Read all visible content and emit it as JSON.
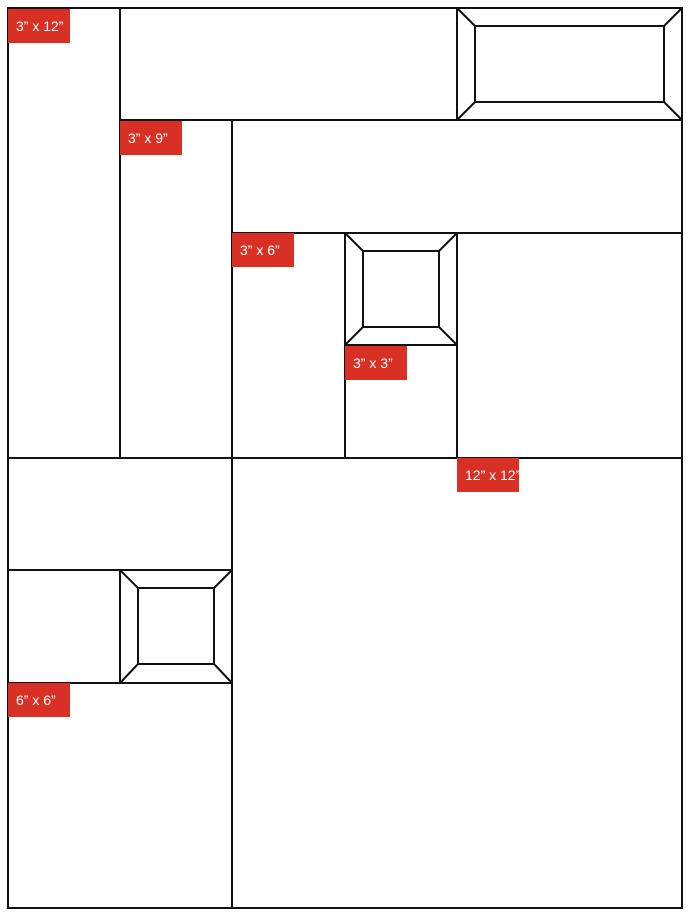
{
  "colors": {
    "line": "#111111",
    "tag_background": "#d93025",
    "tag_text": "#ffffff",
    "background": "#ffffff"
  },
  "tags": {
    "t3x12": "3” x 12”",
    "t3x9": "3” x 9”",
    "t3x6": "3” x 6”",
    "t3x3": "3” x 3”",
    "t12x12": "12” x 12”",
    "t6x6": "6” x 6”"
  }
}
